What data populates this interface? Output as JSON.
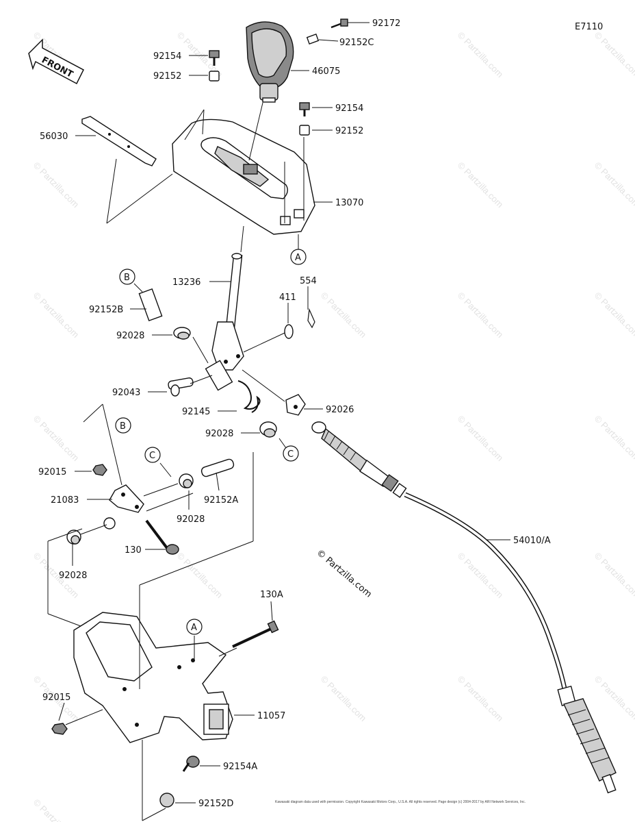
{
  "diagram_code": "E7110",
  "front_arrow": "FRONT",
  "watermark_text": "© Partzilla.com",
  "callouts": {
    "a_top": "A",
    "a_bottom": "A",
    "b_top": "B",
    "b_mid": "B",
    "c_mid": "C",
    "c_right": "C"
  },
  "part_labels": {
    "p92172": "92172",
    "p92152C": "92152C",
    "p92154_top": "92154",
    "p92152_top": "92152",
    "p46075": "46075",
    "p92154_right": "92154",
    "p92152_right": "92152",
    "p56030": "56030",
    "p13070": "13070",
    "p13236": "13236",
    "p554": "554",
    "p411": "411",
    "p92152B": "92152B",
    "p92028_a": "92028",
    "p92043": "92043",
    "p92145": "92145",
    "p92026": "92026",
    "p92028_b": "92028",
    "p92015_a": "92015",
    "p21083": "21083",
    "p92028_c": "92028",
    "p92152A": "92152A",
    "p130": "130",
    "p92028_d": "92028",
    "p54010A": "54010/A",
    "p130A": "130A",
    "p92015_b": "92015",
    "p11057": "11057",
    "p92154A": "92154A",
    "p92152D": "92152D"
  },
  "copyright_text": "Kawasaki diagram data used with permission. Copyright Kawasaki Motors Corp., U.S.A. All rights reserved. Page design (c) 2004-2017 by ARI Network Services, Inc."
}
